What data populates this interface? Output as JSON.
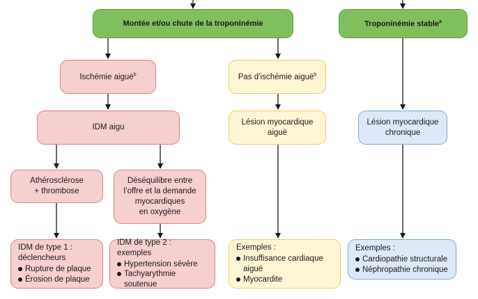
{
  "nodes": {
    "rise_fall": "Montée et/ou chute de la troponinémie",
    "stable": "Troponinémie stable",
    "stable_note": "a",
    "ischemia": "Ischémie aiguë",
    "ischemia_note": "b",
    "no_ischemia": "Pas d’ischémie aiguë",
    "no_ischemia_note": "b",
    "acute_injury": [
      "Lésion myocardique",
      "aiguë"
    ],
    "chronic_injury": [
      "Lésion myocardique",
      "chronique"
    ],
    "idm_acute": "IDM aigu",
    "athero": [
      "Athérosclérose",
      "+ thrombose"
    ],
    "imbalance": [
      "Déséquilibre entre",
      "l’offre et la demande",
      "myocardiques",
      "en oxygène"
    ]
  },
  "lists": {
    "type1": {
      "head": [
        "IDM de type 1 :",
        "déclencheurs"
      ],
      "items": [
        "Rupture de plaque",
        "Érosion de plaque"
      ]
    },
    "type2": {
      "head": [
        "IDM de type 2 : exemples"
      ],
      "items": [
        "Hypertension sévère",
        "Tachyarythmie soutenue"
      ]
    },
    "acute_examples": {
      "head": [
        "Exemples :"
      ],
      "items": [
        "Insuffisance cardiaque aiguë",
        "Myocardite"
      ]
    },
    "chronic_examples": {
      "head": [
        "Exemples :"
      ],
      "items": [
        "Cardiopathie structurale",
        "Néphropathie chronique"
      ]
    }
  },
  "colors": {
    "green": "#7fc05c",
    "red": "#f6cfcf",
    "yellow": "#fff6d6",
    "blue": "#dde9f8",
    "arrow": "#1a1a1a"
  }
}
